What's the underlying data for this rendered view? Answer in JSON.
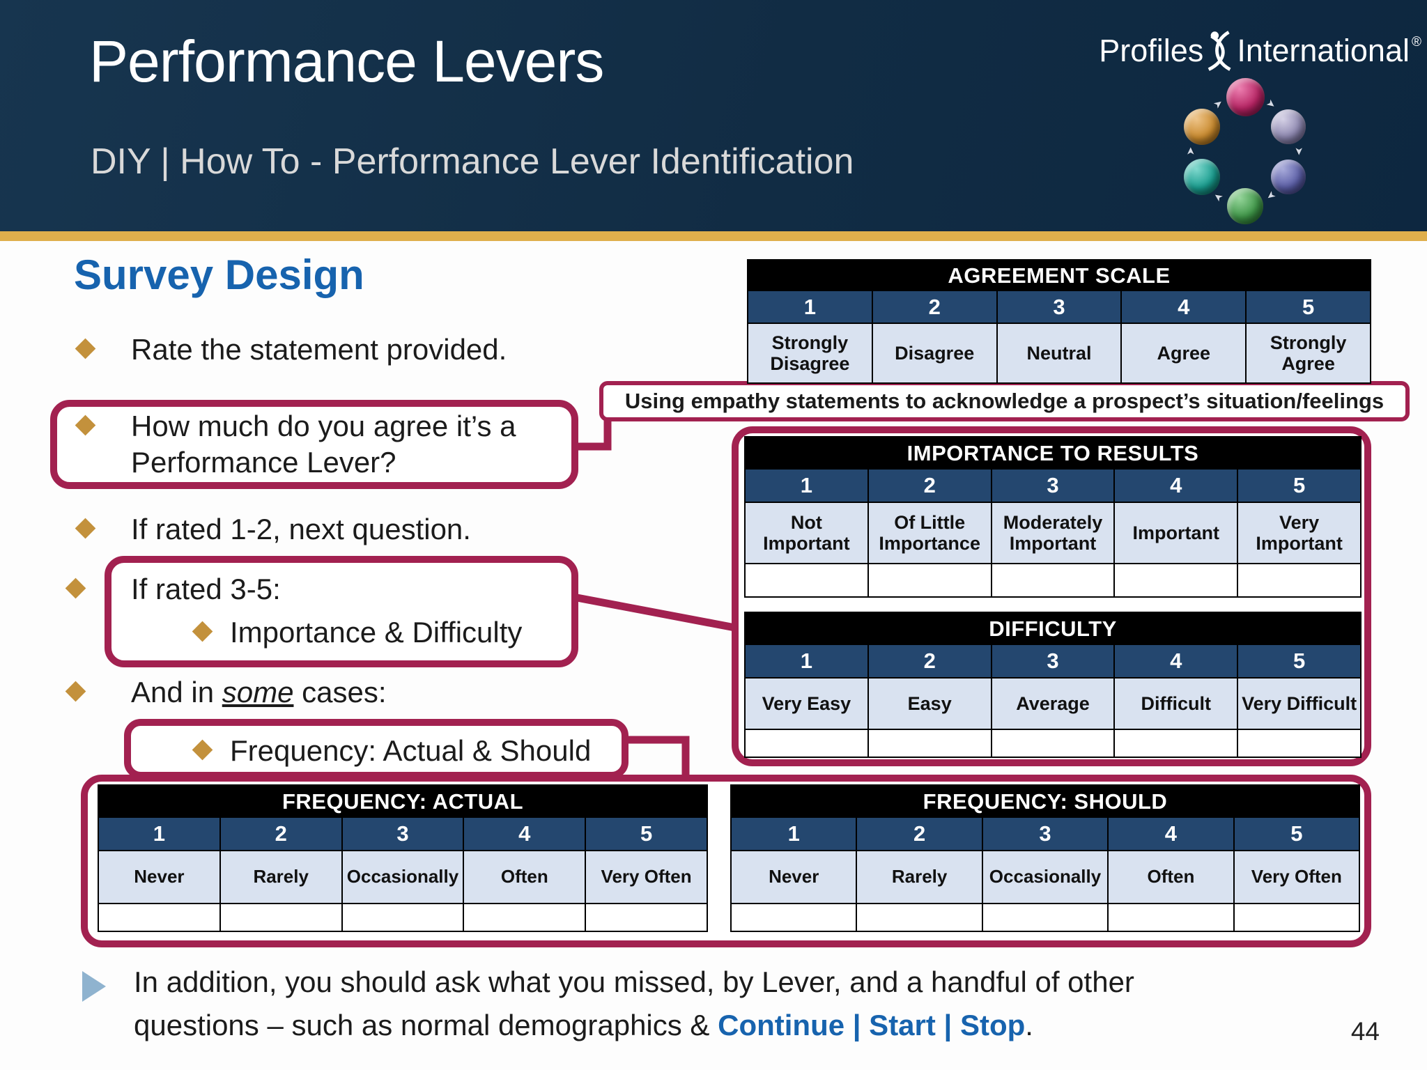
{
  "header": {
    "title": "Performance Levers",
    "subtitle": "DIY | How To - Performance Lever Identification",
    "brand": {
      "name_left": "Profiles",
      "name_right": "International",
      "registered": "®"
    }
  },
  "content": {
    "heading": "Survey Design",
    "bullets": {
      "rate": "Rate the statement provided.",
      "agree_line1": "How much do you agree it’s a",
      "agree_line2": "Performance Lever?",
      "rated12": "If rated 1-2, next question.",
      "rated35": "If rated 3-5:",
      "importance_difficulty": "Importance & Difficulty",
      "and_in": "And in",
      "some": "some",
      "cases": "cases:",
      "frequency": "Frequency: Actual & Should"
    },
    "callout": "Using empathy statements to acknowledge a prospect’s situation/feelings",
    "note_line1": "In addition, you should ask what you missed, by Lever, and a handful of other",
    "note_line2_prefix": "questions – such as normal demographics & ",
    "note_links": "Continue | Start | Stop",
    "note_suffix": ".",
    "page_number": "44"
  },
  "tables": {
    "agreement": {
      "title": "AGREEMENT SCALE",
      "numbers": [
        "1",
        "2",
        "3",
        "4",
        "5"
      ],
      "labels": [
        "Strongly Disagree",
        "Disagree",
        "Neutral",
        "Agree",
        "Strongly Agree"
      ]
    },
    "importance": {
      "title": "IMPORTANCE TO RESULTS",
      "numbers": [
        "1",
        "2",
        "3",
        "4",
        "5"
      ],
      "labels": [
        "Not Important",
        "Of Little Importance",
        "Moderately Important",
        "Important",
        "Very Important"
      ]
    },
    "difficulty": {
      "title": "DIFFICULTY",
      "numbers": [
        "1",
        "2",
        "3",
        "4",
        "5"
      ],
      "labels": [
        "Very Easy",
        "Easy",
        "Average",
        "Difficult",
        "Very Difficult"
      ]
    },
    "freq_actual": {
      "title": "FREQUENCY: ACTUAL",
      "numbers": [
        "1",
        "2",
        "3",
        "4",
        "5"
      ],
      "labels": [
        "Never",
        "Rarely",
        "Occasionally",
        "Often",
        "Very Often"
      ]
    },
    "freq_should": {
      "title": "FREQUENCY: SHOULD",
      "numbers": [
        "1",
        "2",
        "3",
        "4",
        "5"
      ],
      "labels": [
        "Never",
        "Rarely",
        "Occasionally",
        "Often",
        "Very Often"
      ]
    }
  },
  "colors": {
    "accent_crimson": "#a22150",
    "navy_header": "#112c44",
    "gold_bar": "#dfaf4c",
    "blue_heading": "#1763ae",
    "table_number_row": "#24476f",
    "table_label_row": "#d9e2f0",
    "bullet_gold": "#c3913c"
  }
}
